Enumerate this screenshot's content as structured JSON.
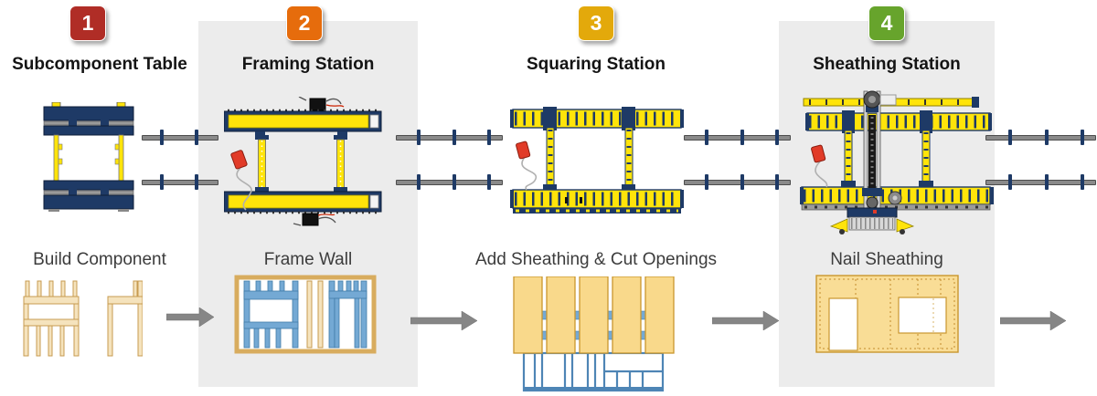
{
  "stations": [
    {
      "number": "1",
      "title": "Subcomponent Table",
      "caption": "Build Component",
      "badge_color": "#B02D26"
    },
    {
      "number": "2",
      "title": "Framing Station",
      "caption": "Frame Wall",
      "badge_color": "#E66C0C"
    },
    {
      "number": "3",
      "title": "Squaring Station",
      "caption": "Add Sheathing & Cut Openings",
      "badge_color": "#E3A90B"
    },
    {
      "number": "4",
      "title": "Sheathing Station",
      "caption": "Nail Sheathing",
      "badge_color": "#67A42C"
    }
  ],
  "flow": {
    "arrow_count": 4,
    "conveyor_segment_count": 4
  },
  "colors": {
    "highlight_band": "#ECECEC",
    "machine_navy": "#1E3A66",
    "machine_yellow": "#FFE40A",
    "conveyor_gray": "#8A8A8A",
    "arrow_gray": "#868686",
    "wood_tan_fill": "#F5E3BD",
    "wood_tan_outline": "#C79B51",
    "sheathing_fill": "#F9D98B",
    "sheathing_outline": "#C9962E",
    "framing_blue": "#74A9D4",
    "pendant_red": "#E13B28"
  },
  "icons": {
    "station_machines": [
      "subcomponent-table-machine",
      "framing-station-machine",
      "squaring-station-machine",
      "sheathing-station-machine"
    ],
    "flow_arrow": "right-arrow-icon",
    "conveyor": "conveyor-rails",
    "pendant": "control-pendant-icon"
  }
}
